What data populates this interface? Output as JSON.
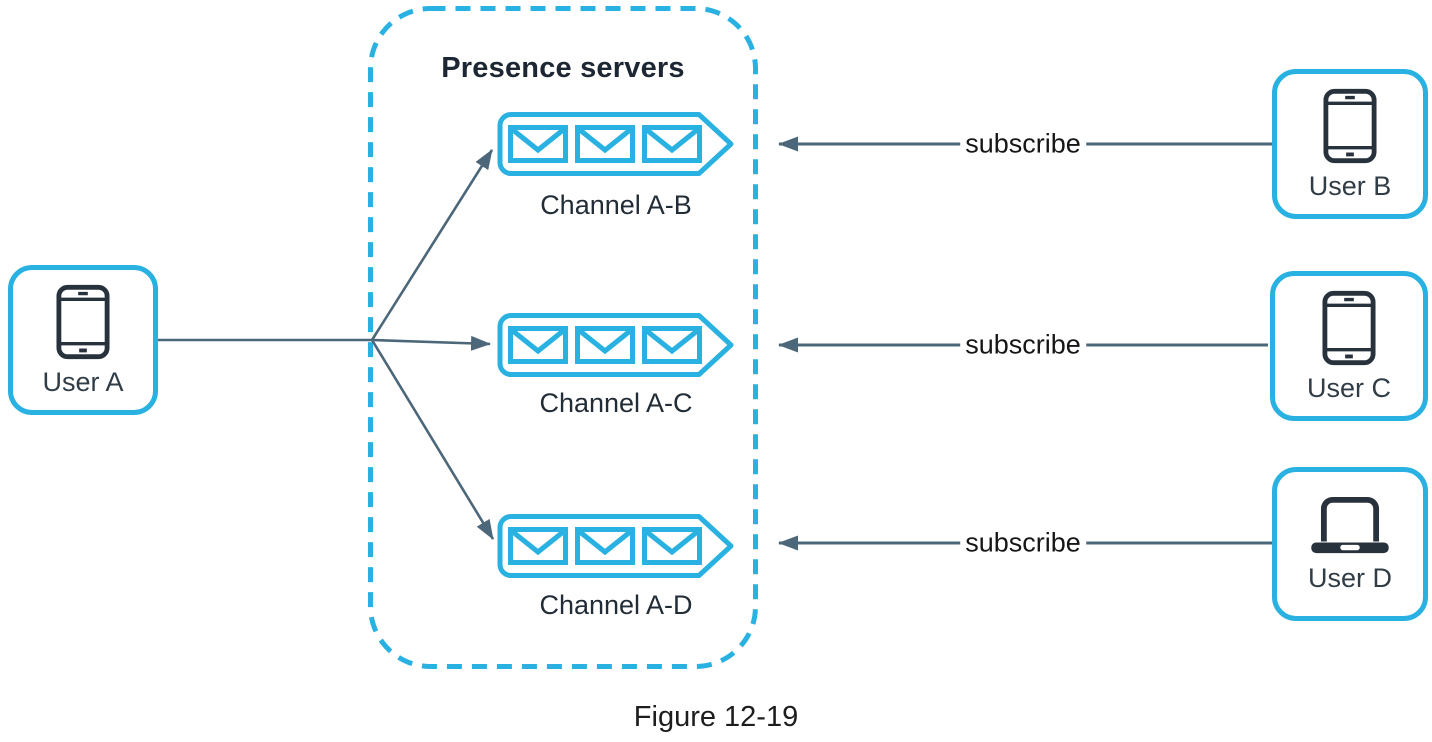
{
  "figure": {
    "title": "Presence servers",
    "caption": "Figure 12-19"
  },
  "users": [
    {
      "label": "User A",
      "device": "smartphone",
      "side": "left"
    },
    {
      "label": "User B",
      "device": "smartphone",
      "side": "right"
    },
    {
      "label": "User C",
      "device": "smartphone",
      "side": "right"
    },
    {
      "label": "User D",
      "device": "laptop",
      "side": "right"
    }
  ],
  "channels": [
    {
      "label": "Channel A-B",
      "envelope_count": 3
    },
    {
      "label": "Channel A-C",
      "envelope_count": 3
    },
    {
      "label": "Channel A-D",
      "envelope_count": 3
    }
  ],
  "edges": [
    {
      "from": "User A",
      "to": "Channel A-B"
    },
    {
      "from": "User A",
      "to": "Channel A-C"
    },
    {
      "from": "User A",
      "to": "Channel A-D"
    },
    {
      "from": "User B",
      "to": "Channel A-B",
      "label": "subscribe"
    },
    {
      "from": "User C",
      "to": "Channel A-C",
      "label": "subscribe"
    },
    {
      "from": "User D",
      "to": "Channel A-D",
      "label": "subscribe"
    }
  ],
  "colors": {
    "accent": "#29b2e1",
    "arrow": "#4c6779",
    "icon": "#28323c",
    "text": "#222c36"
  }
}
